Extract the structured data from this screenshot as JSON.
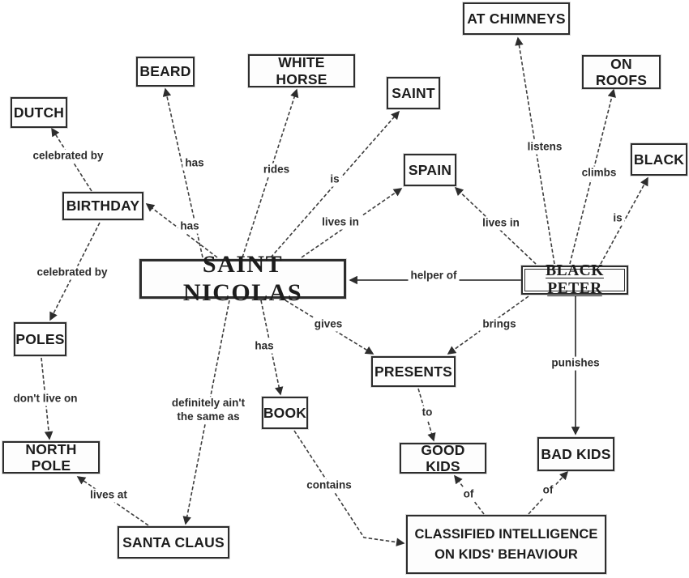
{
  "diagram": {
    "type": "concept-map",
    "topic": "Saint Nicolas concept map",
    "colors": {
      "ink": "#2d2d2d",
      "line": "#3e3e3e",
      "background": "#ffffff"
    },
    "nodes": [
      {
        "id": "dutch",
        "label": "DUTCH"
      },
      {
        "id": "beard",
        "label": "BEARD"
      },
      {
        "id": "white-horse",
        "label": "WHITE HORSE"
      },
      {
        "id": "saint",
        "label": "SAINT"
      },
      {
        "id": "at-chimneys",
        "label": "AT CHIMNEYS"
      },
      {
        "id": "on-roofs",
        "label": "ON ROOFS"
      },
      {
        "id": "black",
        "label": "BLACK"
      },
      {
        "id": "spain",
        "label": "SPAIN"
      },
      {
        "id": "birthday",
        "label": "BIRTHDAY"
      },
      {
        "id": "saint-nicolas",
        "label": "SAINT NICOLAS",
        "emphasis": "primary"
      },
      {
        "id": "black-peter",
        "label": "BLACK PETER",
        "emphasis": "underlined"
      },
      {
        "id": "poles",
        "label": "POLES"
      },
      {
        "id": "presents",
        "label": "PRESENTS"
      },
      {
        "id": "book",
        "label": "BOOK"
      },
      {
        "id": "north-pole",
        "label": "NORTH POLE"
      },
      {
        "id": "good-kids",
        "label": "GOOD KIDS"
      },
      {
        "id": "bad-kids",
        "label": "BAD KIDS"
      },
      {
        "id": "santa-claus",
        "label": "SANTA CLAUS"
      },
      {
        "id": "classified-intelligence",
        "label": "CLASSIFIED INTELLIGENCE\nON KIDS' BEHAVIOUR"
      }
    ],
    "edges": [
      {
        "id": "birthday-dutch",
        "from": "birthday",
        "to": "dutch",
        "label": "celebrated by"
      },
      {
        "id": "birthday-poles",
        "from": "birthday",
        "to": "poles",
        "label": "celebrated by"
      },
      {
        "id": "sn-beard",
        "from": "saint-nicolas",
        "to": "beard",
        "label": "has"
      },
      {
        "id": "sn-white-horse",
        "from": "saint-nicolas",
        "to": "white-horse",
        "label": "rides"
      },
      {
        "id": "sn-saint",
        "from": "saint-nicolas",
        "to": "saint",
        "label": "is"
      },
      {
        "id": "sn-spain",
        "from": "saint-nicolas",
        "to": "spain",
        "label": "lives in"
      },
      {
        "id": "sn-birthday",
        "from": "saint-nicolas",
        "to": "birthday",
        "label": "has"
      },
      {
        "id": "bp-spain",
        "from": "black-peter",
        "to": "spain",
        "label": "lives in"
      },
      {
        "id": "bp-at-chimneys",
        "from": "black-peter",
        "to": "at-chimneys",
        "label": "listens"
      },
      {
        "id": "bp-on-roofs",
        "from": "black-peter",
        "to": "on-roofs",
        "label": "climbs"
      },
      {
        "id": "bp-black",
        "from": "black-peter",
        "to": "black",
        "label": "is"
      },
      {
        "id": "bp-sn",
        "from": "black-peter",
        "to": "saint-nicolas",
        "label": "helper of"
      },
      {
        "id": "sn-presents",
        "from": "saint-nicolas",
        "to": "presents",
        "label": "gives"
      },
      {
        "id": "bp-presents",
        "from": "black-peter",
        "to": "presents",
        "label": "brings"
      },
      {
        "id": "bp-bad-kids",
        "from": "black-peter",
        "to": "bad-kids",
        "label": "punishes"
      },
      {
        "id": "sn-book",
        "from": "saint-nicolas",
        "to": "book",
        "label": "has"
      },
      {
        "id": "sn-santa-claus",
        "from": "saint-nicolas",
        "to": "santa-claus",
        "label": "definitely ain't\nthe same as"
      },
      {
        "id": "poles-north-pole",
        "from": "poles",
        "to": "north-pole",
        "label": "don't live on"
      },
      {
        "id": "santa-north-pole",
        "from": "santa-claus",
        "to": "north-pole",
        "label": "lives at"
      },
      {
        "id": "presents-good-kids",
        "from": "presents",
        "to": "good-kids",
        "label": "to"
      },
      {
        "id": "book-classified",
        "from": "book",
        "to": "classified-intelligence",
        "label": "contains"
      },
      {
        "id": "classified-good-kids",
        "from": "classified-intelligence",
        "to": "good-kids",
        "label": "of"
      },
      {
        "id": "classified-bad-kids",
        "from": "classified-intelligence",
        "to": "bad-kids",
        "label": "of"
      }
    ]
  }
}
